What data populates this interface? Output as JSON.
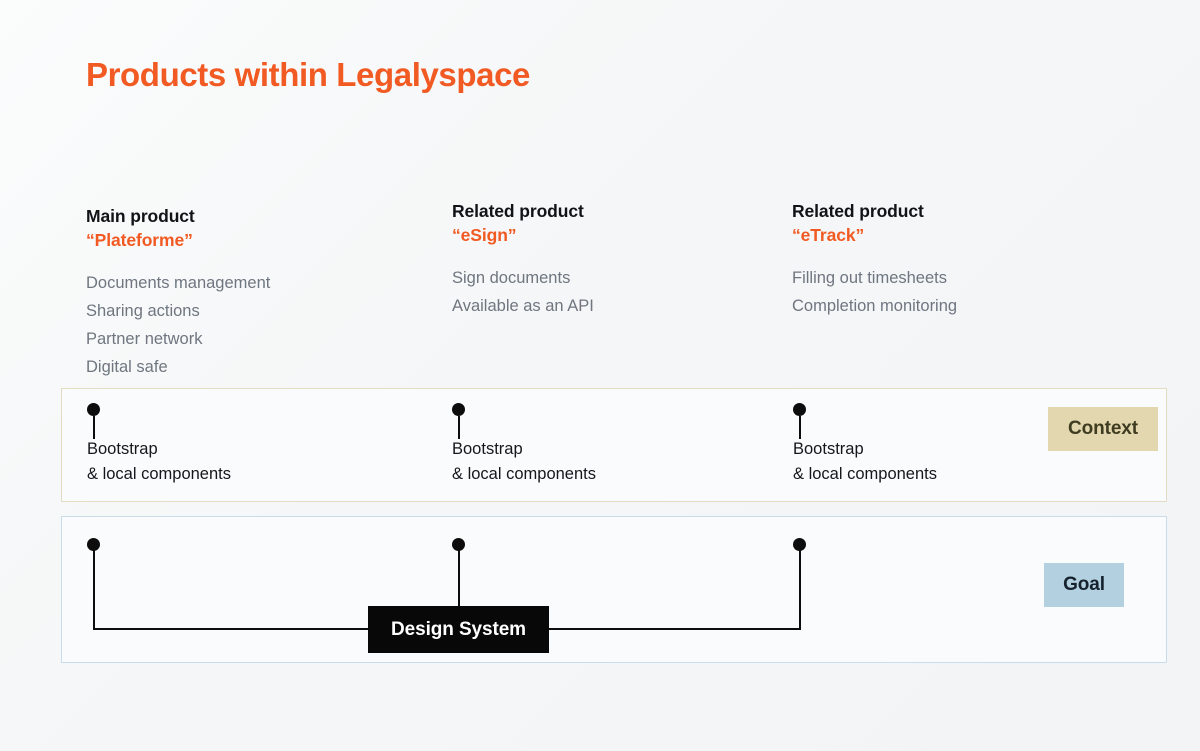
{
  "slide": {
    "title": "Products within Legalyspace"
  },
  "products": [
    {
      "kicker": "Main product",
      "name": "“Plateforme”",
      "features": [
        "Documents management",
        "Sharing actions",
        "Partner network",
        "Digital safe"
      ],
      "context_line1": "Bootstrap",
      "context_line2": "& local components"
    },
    {
      "kicker": "Related product",
      "name": "“eSign”",
      "features": [
        "Sign documents",
        "Available as an API"
      ],
      "context_line1": "Bootstrap",
      "context_line2": "& local components"
    },
    {
      "kicker": "Related product",
      "name": "“eTrack”",
      "features": [
        "Filling out timesheets",
        "Completion monitoring"
      ],
      "context_line1": "Bootstrap",
      "context_line2": "& local components"
    }
  ],
  "bands": {
    "context": {
      "badge_label": "Context",
      "badge_bg": "#e2d7ae",
      "badge_text_color": "#3f3c22",
      "border_color": "#e3dcc3"
    },
    "goal": {
      "badge_label": "Goal",
      "badge_bg": "#b3d0e0",
      "badge_text_color": "#15222e",
      "border_color": "#c9dcea",
      "node_label": "Design System"
    }
  },
  "colors": {
    "accent": "#f15a22",
    "heading": "#111317",
    "feature_text": "#6f7680",
    "background": "#f4f6f7",
    "connector": "#0d0d0d"
  }
}
